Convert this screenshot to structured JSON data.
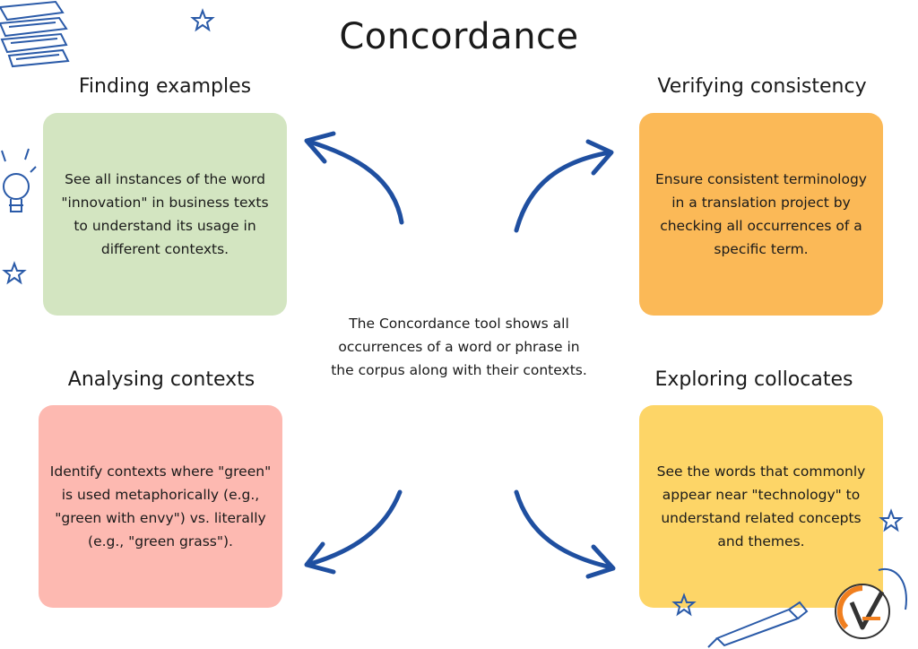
{
  "title": "Concordance",
  "center_description": "The Concordance tool shows all occurrences of a word or phrase in the corpus along with their contexts.",
  "quadrants": [
    {
      "heading": "Finding examples",
      "text": "See all instances of the word \"innovation\" in business texts to understand its usage in different contexts.",
      "color": "#d3e5c1"
    },
    {
      "heading": "Verifying consistency",
      "text": "Ensure consistent terminology in a translation project by checking all occurrences of a specific term.",
      "color": "#fbb957"
    },
    {
      "heading": "Analysing contexts",
      "text": "Identify contexts where \"green\" is used metaphorically (e.g., \"green with envy\") vs. literally (e.g., \"green grass\").",
      "color": "#fdb9b1"
    },
    {
      "heading": "Exploring collocates",
      "text": "See the words that commonly appear near \"technology\" to understand related concepts and themes.",
      "color": "#fdd567"
    }
  ],
  "colors": {
    "arrow": "#1f4fa0",
    "doodle": "#2a5aa8",
    "logo_orange": "#f07f1f",
    "logo_dark": "#333333"
  },
  "icons": [
    "books-icon",
    "star-icon",
    "lightbulb-icon",
    "pen-icon",
    "brand-logo-icon"
  ]
}
